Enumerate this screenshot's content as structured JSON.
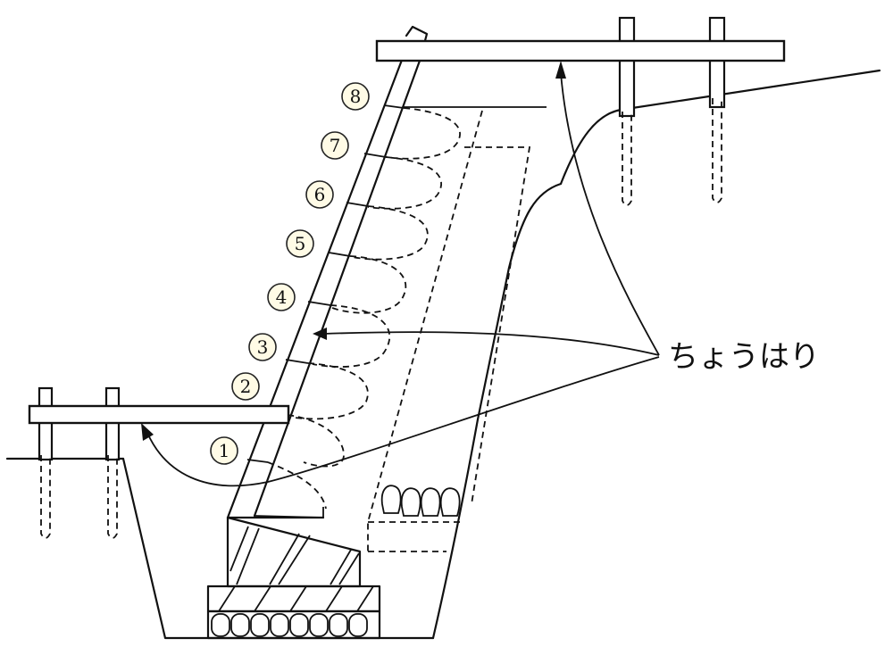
{
  "callout_label": "ちょうはり",
  "step_numbers": [
    "1",
    "2",
    "3",
    "4",
    "5",
    "6",
    "7",
    "8"
  ]
}
